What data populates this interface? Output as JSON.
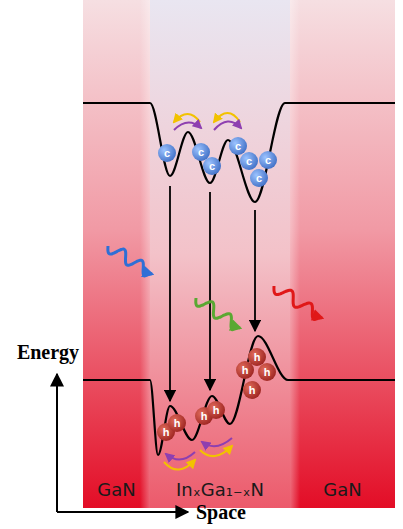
{
  "diagram": {
    "nodes": [
      {
        "text": [
          "GaN"
        ]
      },
      {
        "text": [
          "InₓGa₁₋ₓN"
        ]
      },
      {
        "text": [
          "GaN"
        ]
      },
      {
        "text": [
          "c"
        ],
        "in": 1
      },
      {
        "text": [
          "c"
        ],
        "in": 1
      },
      {
        "text": [
          "c"
        ],
        "in": 1
      },
      {
        "text": [
          "c"
        ],
        "in": 1
      },
      {
        "text": [
          "c"
        ],
        "in": 1
      },
      {
        "text": [
          "c"
        ],
        "in": 1
      },
      {
        "text": [
          "c"
        ],
        "in": 1
      },
      {
        "text": [
          "h"
        ],
        "in": 1
      },
      {
        "text": [
          "h"
        ],
        "in": 1
      },
      {
        "text": [
          "h"
        ],
        "in": 1
      },
      {
        "text": [
          "h"
        ],
        "in": 1
      },
      {
        "text": [
          "h"
        ],
        "in": 1
      },
      {
        "text": [
          "h"
        ],
        "in": 1
      },
      {
        "text": [
          "h"
        ],
        "in": 1
      },
      {
        "text": [
          "h"
        ],
        "in": 1
      }
    ],
    "labels": [
      "Energy",
      "Space"
    ]
  }
}
